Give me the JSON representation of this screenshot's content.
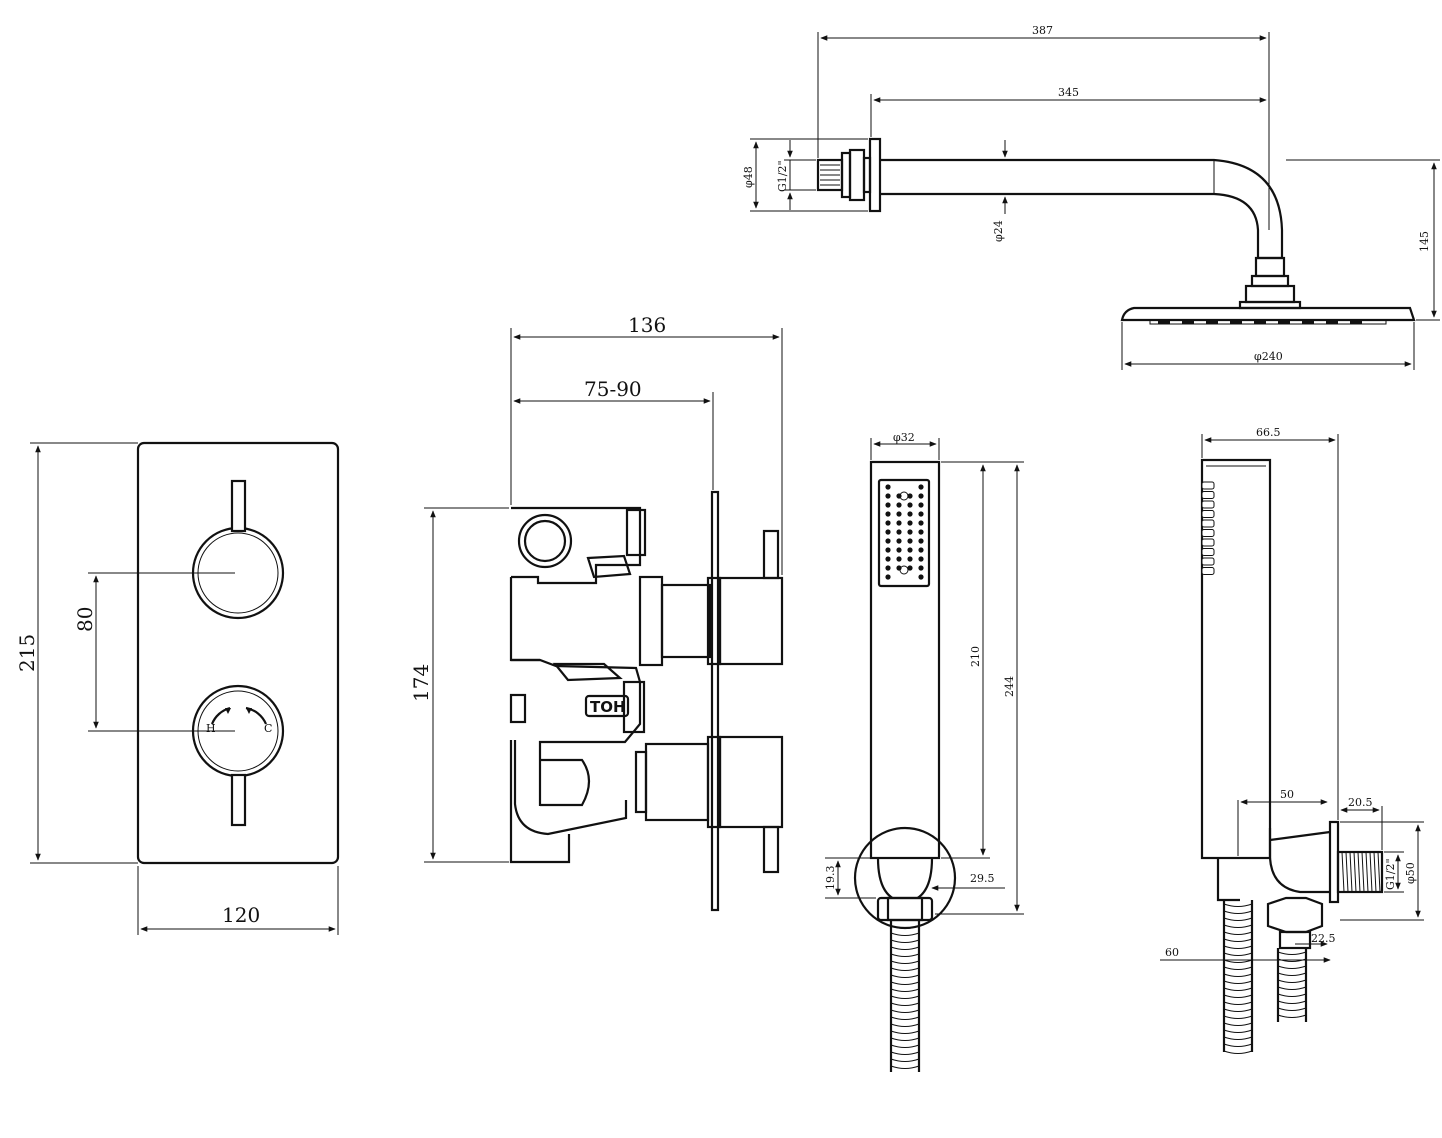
{
  "dimensions": {
    "valve_plate_height": "215",
    "valve_plate_width": "120",
    "handle_spacing": "80",
    "valve_depth": "136",
    "valve_depth_range": "75-90",
    "valve_body_height": "174",
    "arm_length_overall": "387",
    "arm_length": "345",
    "wall_flange_diameter": "φ48",
    "thread_size": "G1/2\"",
    "arm_diameter": "φ24",
    "shower_drop": "145",
    "head_diameter": "φ240",
    "handset_diameter": "φ32",
    "handset_length": "210",
    "handset_total_length": "244",
    "bracket_offset": "19.3",
    "bracket_width": "29.5",
    "side_depth": "66.5",
    "outlet_projection": "50",
    "outlet_length": "20.5",
    "outlet_thread": "G1/2\"",
    "outlet_flange_diameter": "φ50",
    "hose_offset": "60",
    "nut_offset": "22.5"
  },
  "markings": {
    "hot": "H",
    "cold": "C",
    "brand": "TOH"
  }
}
